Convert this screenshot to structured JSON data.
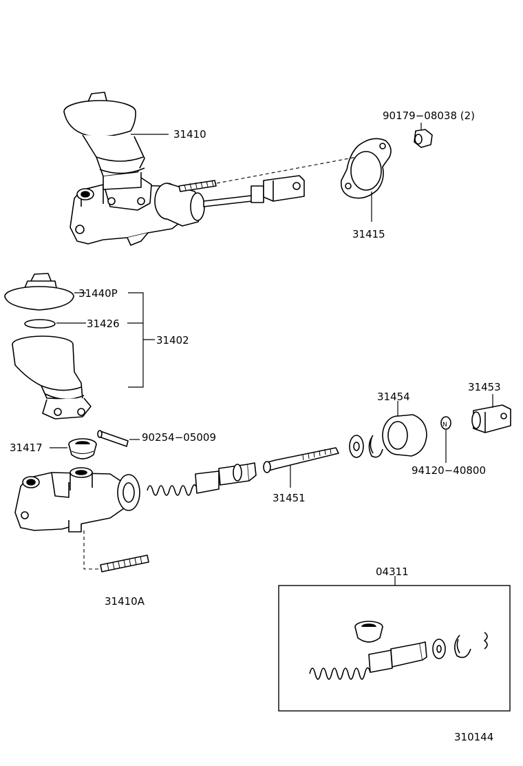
{
  "labels": {
    "p31410": "31410",
    "p90179": "90179−08038 (2)",
    "p31415": "31415",
    "p31440P": "31440P",
    "p31426": "31426",
    "p31402": "31402",
    "p31417": "31417",
    "p90254": "90254−05009",
    "p31454": "31454",
    "p31453": "31453",
    "p94120": "94120−40800",
    "p31451": "31451",
    "p31410A": "31410A",
    "p04311": "04311",
    "diagram_id": "310144"
  }
}
